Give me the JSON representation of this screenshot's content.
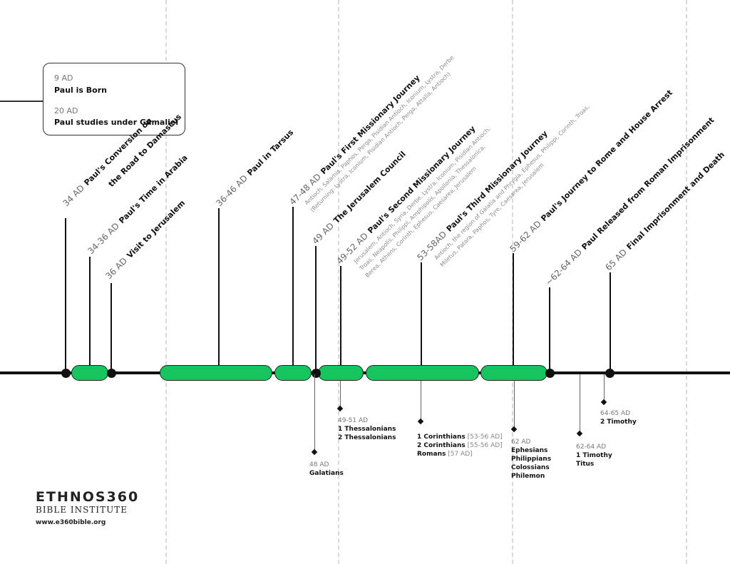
{
  "box": {
    "e1_date": "9 AD",
    "e1_title": "Paul is Born",
    "e2_date": "20 AD",
    "e2_title": "Paul studies under Gamaliel"
  },
  "events": [
    {
      "date": "34 AD",
      "title": "Paul's Conversion on",
      "title2": "the Road to Damascus"
    },
    {
      "date": "34-36 AD",
      "title": "Paul's Time in Arabia"
    },
    {
      "date": "36 AD",
      "title": "Visit to Jerusalem"
    },
    {
      "date": "36-46 AD",
      "title": "Paul in Tarsus"
    },
    {
      "date": "47-48 AD",
      "title": "Paul's First Missionary Journey",
      "sub1": "Antioch, Salamis, Paphos, Perga, Pisidian Antioch, Iconium, Lystra, Derbe",
      "sub2": "(Returning: Lystra, Iconium, Pisidian Antioch, Perga, Attalia, Antioch)"
    },
    {
      "date": "49 AD",
      "title": "The Jerusalem Council"
    },
    {
      "date": "49-52 AD",
      "title": "Paul's Second Missionary Journey",
      "sub1": "Jerusalem, Antioch, Syria, Derbe, Lystra, Iconium, Pisidian Antioch,",
      "sub2": "Troas, Neapolis, Philippi, Amphipolis, Apollonia, Thessalonica,",
      "sub3": "Berea, Athens, Corinth, Ephesus, Caesarea, Jerusalem"
    },
    {
      "date": "53-58AD",
      "title": "Paul's Third Missionary Journey",
      "sub1": "Antioch, the region of Galatia and Phrygia, Ephesus, Philippi, Corinth, Troas,",
      "sub2": "Miletus, Patara, Paphos, Tyre, Caesarea, Jerusalem"
    },
    {
      "date": "59-62 AD",
      "title": "Paul's Journey to Rome and House Arrest"
    },
    {
      "date": "~62-64 AD",
      "title": "Paul Released from Roman Imprisonment"
    },
    {
      "date": "65 AD",
      "title": "Final Imprisonment and Death"
    }
  ],
  "letters": [
    {
      "date": "48 AD",
      "title1": "Galatians"
    },
    {
      "date": "49-51 AD",
      "title1": "1 Thessalonians",
      "title2": "2 Thessalonians"
    },
    {
      "title1": "1 Corinthians",
      "gray1": "[53-56 AD]",
      "title2": "2 Corinthians",
      "gray2": "[55-56 AD]",
      "title3": "Romans",
      "gray3": "[57 AD]"
    },
    {
      "date": "62 AD",
      "title1": "Ephesians",
      "title2": "Philippians",
      "title3": "Colossians",
      "title4": "Philemon"
    },
    {
      "date": "62-64 AD",
      "title1": "1 Timothy",
      "title2": "Titus"
    },
    {
      "date": "64-65 AD",
      "title1": "2 Timothy"
    }
  ],
  "logo": {
    "name": "ETHNOS360",
    "subtitle": "BIBLE INSTITUTE",
    "url": "www.e360bible.org"
  },
  "colors": {
    "bar": "#17c55e",
    "line": "#111111",
    "dash": "#d9d9d9"
  }
}
